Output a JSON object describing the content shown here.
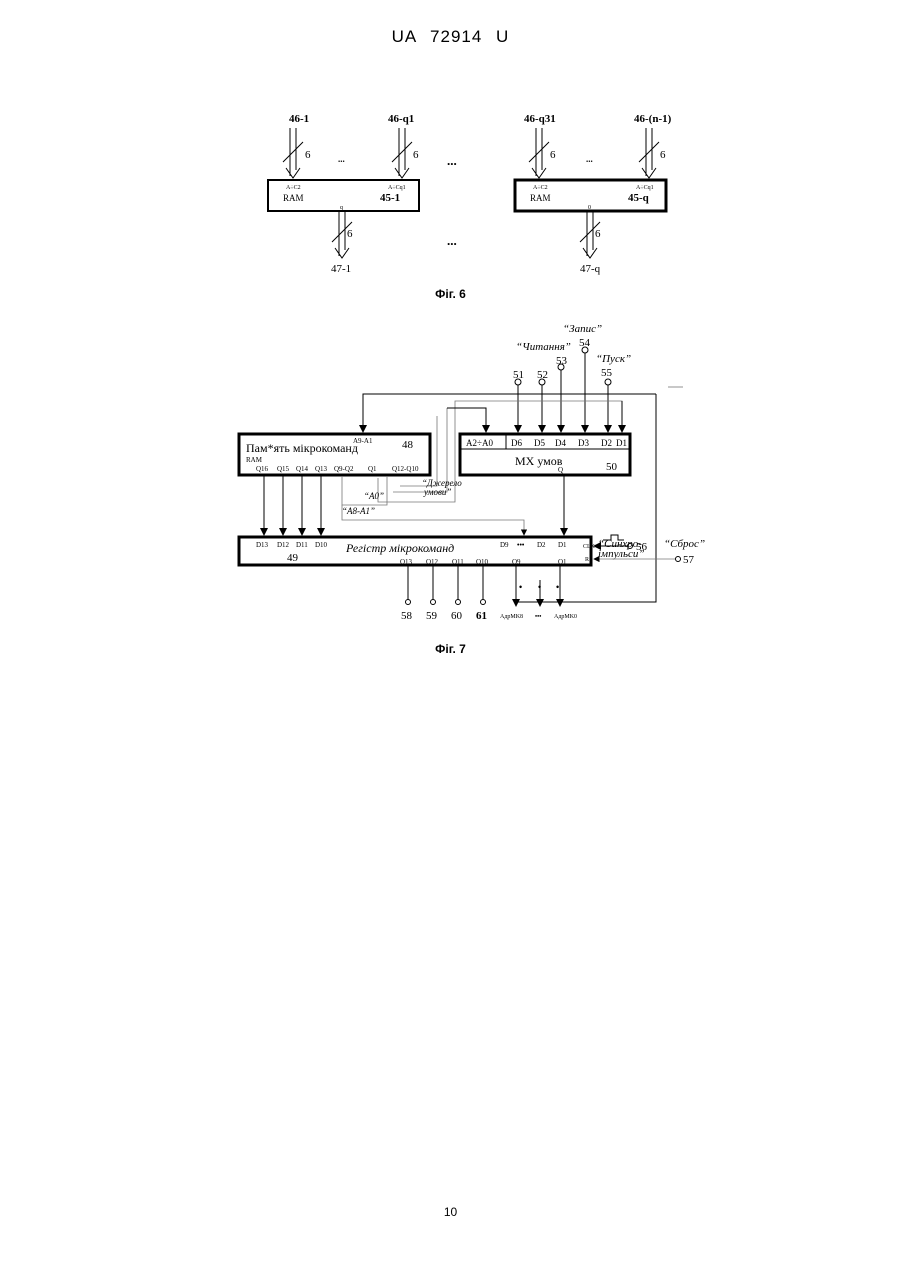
{
  "header": {
    "patent": "UA   72914   U"
  },
  "fig6": {
    "caption": "Фіг. 6",
    "inputs": [
      "46-1",
      "46-q1",
      "46-q31",
      "46-(n-1)"
    ],
    "bus_width": "6",
    "dots": "...",
    "ram_left": {
      "label": "RAM",
      "id": "45-1",
      "in_left": "A÷C2",
      "in_right": "A÷Cq1",
      "out": "q"
    },
    "ram_right": {
      "label": "RAM",
      "id": "45-q",
      "in_left": "A÷C2",
      "in_right": "A÷Cq1",
      "out": "0"
    },
    "outputs": [
      "47-1",
      "47-q"
    ]
  },
  "fig7": {
    "caption": "Фіг. 7",
    "mem": {
      "title": "Пам*ять мікрокоманд",
      "num": "48",
      "ram": "RAM",
      "addr": "A9-A1",
      "pins": [
        "Q16",
        "Q15",
        "Q14",
        "Q13",
        "Q9-Q2",
        "Q1",
        "Q12-Q10"
      ]
    },
    "mux": {
      "title": "MX умов",
      "num": "50",
      "addr": "A2÷A0",
      "inputs": [
        "D6",
        "D5",
        "D4",
        "D3",
        "D2",
        "D1"
      ],
      "out": "Q"
    },
    "reg": {
      "title": "Регістр мікрокоманд",
      "num": "49",
      "inputs": [
        "D13",
        "D12",
        "D11",
        "D10",
        "D9",
        "•••",
        "D2",
        "D1"
      ],
      "outputs": [
        "Q13",
        "Q12",
        "Q11",
        "Q10",
        "Q9",
        "Q1"
      ],
      "clk": "CLK",
      "r": "R"
    },
    "signals": {
      "read": "“Читання”",
      "write": "“Запис”",
      "start": "“Пуск”",
      "sync": "“Синхро-",
      "sync2": "імпульси”",
      "reset": "“Сброс”",
      "cond_src": "“Джерело",
      "cond_src2": "умови”",
      "a0": "“A0”",
      "a8a1": "“A8-A1”"
    },
    "pins": [
      "51",
      "52",
      "53",
      "54",
      "55",
      "56",
      "57",
      "58",
      "59",
      "60",
      "61"
    ],
    "addr_left": "AдрMK8",
    "addr_dots": "•••",
    "addr_right": "AдрMK0"
  },
  "page_number": "10"
}
